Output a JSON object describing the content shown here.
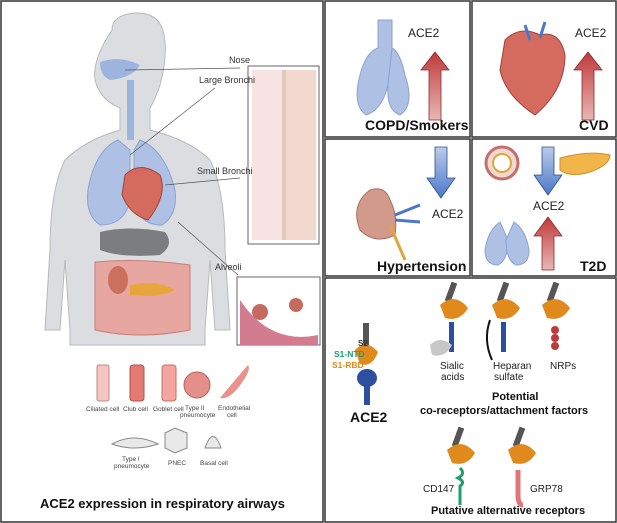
{
  "left_panel": {
    "title": "ACE2 expression in respiratory airways",
    "labels": {
      "nose": "Nose",
      "large_bronchi": "Large Bronchi",
      "small_bronchi": "Small Bronchi",
      "alveoli": "Alveoli"
    },
    "cell_types": {
      "ciliated": "Ciliated cell",
      "club": "Club cell",
      "goblet": "Goblet cell",
      "type2_a": "Type II",
      "type2_b": "pneumocyte",
      "endothelial_a": "Endothelial",
      "endothelial_b": "cell",
      "type1_a": "Type I",
      "type1_b": "pneumocyte",
      "pnec": "PNEC",
      "basal": "Basal cell"
    }
  },
  "panels": {
    "copd": {
      "label": "COPD/Smokers",
      "ace2": "ACE2",
      "direction": "up",
      "arrow_color": "#c0393b"
    },
    "cvd": {
      "label": "CVD",
      "ace2": "ACE2",
      "direction": "up",
      "arrow_color": "#c0393b"
    },
    "hypertension": {
      "label": "Hypertension",
      "ace2": "ACE2",
      "direction": "down",
      "arrow_color": "#4a78c9"
    },
    "t2d": {
      "label": "T2D",
      "ace2": "ACE2",
      "down_color": "#4a78c9",
      "up_color": "#c0393b"
    }
  },
  "receptors": {
    "ace2_label": "ACE2",
    "s2": "S2",
    "s1_ntd": "S1-NTD",
    "s1_rbd": "S1-RBD",
    "sialic_a": "Sialic",
    "sialic_b": "acids",
    "heparan_a": "Heparan",
    "heparan_b": "sulfate",
    "nrps": "NRPs",
    "potential_a": "Potential",
    "potential_b": "co-receptors/attachment factors",
    "cd147": "CD147",
    "grp78": "GRP78",
    "putative": "Putative alternative receptors",
    "colors": {
      "ntd": "#1f9e6e",
      "rbd": "#e08a1e",
      "receptor": "#2d4fa0"
    }
  }
}
